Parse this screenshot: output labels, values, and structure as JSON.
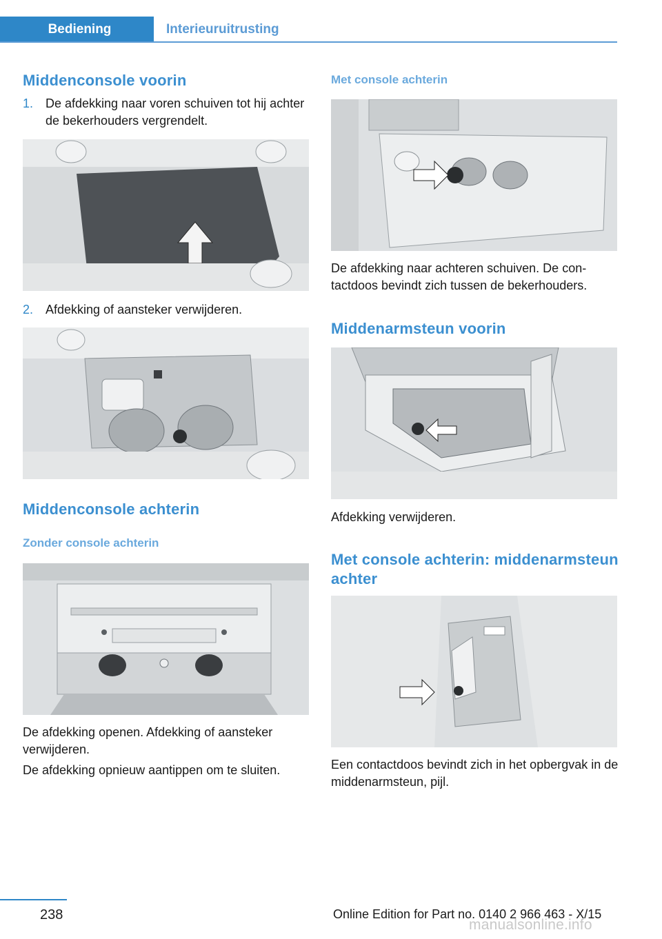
{
  "header": {
    "tab_active": "Bediening",
    "tab_inactive": "Interieuruitrusting"
  },
  "left": {
    "section1_title": "Middenconsole voorin",
    "step1_num": "1.",
    "step1_text": "De afdekking naar voren schuiven tot hij achter de bekerhouders vergrendelt.",
    "step2_num": "2.",
    "step2_text": "Afdekking of aansteker verwijderen.",
    "section2_title": "Middenconsole achterin",
    "subsection1_title": "Zonder console achterin",
    "para1": "De afdekking openen. Afdekking of aansteker verwijderen.",
    "para2": "De afdekking opnieuw aantippen om te sluiten."
  },
  "right": {
    "subsection2_title": "Met console achterin",
    "para3": "De afdekking naar achteren schuiven. De con- tactdoos bevindt zich tussen de bekerhouders.",
    "section3_title": "Middenarmsteun voorin",
    "para4": "Afdekking verwijderen.",
    "section4_title": "Met console achterin: middenarmsteun achter",
    "para5": "Een contactdoos bevindt zich in het opbergvak in de middenarmsteun, pijl."
  },
  "footer": {
    "page_number": "238",
    "edition": "Online Edition for Part no. 0140 2 966 463 - X/15",
    "watermark": "manualsonline.info"
  },
  "colors": {
    "accent": "#2e87c8",
    "heading": "#3b8fd0",
    "subheading": "#6aa9dd"
  }
}
